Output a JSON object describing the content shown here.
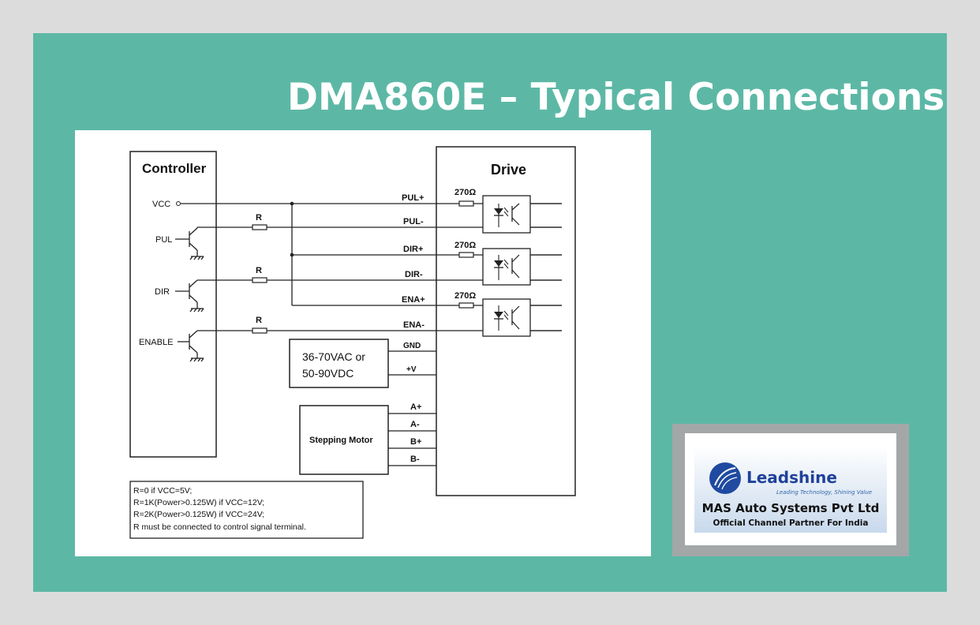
{
  "slide": {
    "title": "DMA860E – Typical Connections",
    "background_color": "#5cb8a5",
    "outer_background_color": "#dcdcdc"
  },
  "diagram": {
    "controller_title": "Controller",
    "drive_title": "Drive",
    "controller_pins": [
      "VCC",
      "PUL",
      "DIR",
      "ENABLE"
    ],
    "resistor_label": "R",
    "drive_resistor_label": "270Ω",
    "drive_pins": [
      "PUL+",
      "PUL-",
      "DIR+",
      "DIR-",
      "ENA+",
      "ENA-",
      "GND",
      "+V"
    ],
    "power_supply": [
      "36-70VAC or",
      "50-90VDC"
    ],
    "motor_label": "Stepping Motor",
    "motor_pins": [
      "A+",
      "A-",
      "B+",
      "B-"
    ],
    "notes": [
      "R=0 if VCC=5V;",
      "R=1K(Power>0.125W) if VCC=12V;",
      "R=2K(Power>0.125W) if VCC=24V;",
      "R must be connected to control signal terminal."
    ]
  },
  "logo": {
    "brand": "Leadshine",
    "tagline": "Leading Technology, Shining Value",
    "company": "MAS Auto Systems Pvt Ltd",
    "partner_line": "Official Channel Partner For India",
    "brand_color": "#20419a"
  }
}
